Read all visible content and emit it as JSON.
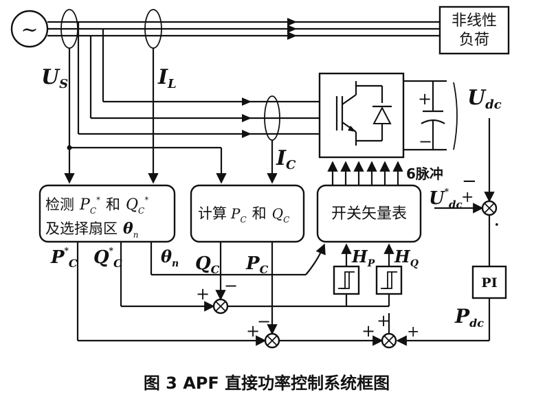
{
  "source": {
    "symbol": "~"
  },
  "load": {
    "line1": "非线性",
    "line2": "负荷"
  },
  "signals": {
    "us": "U",
    "us_sub": "S",
    "il": "I",
    "il_sub": "L",
    "ic": "I",
    "ic_sub": "C",
    "udc": "U",
    "udc_sub": "dc",
    "udc_ref": "U",
    "udc_ref_sub": "dc",
    "pc_ref": "P",
    "pc_ref_sub": "C",
    "qc_ref": "Q",
    "qc_ref_sub": "C",
    "theta_n": "θ",
    "theta_n_sub": "n",
    "qc": "Q",
    "qc_sub": "C",
    "pc": "P",
    "pc_sub": "C",
    "hp": "H",
    "hp_sub": "P",
    "hq": "H",
    "hq_sub": "Q",
    "pdc": "P",
    "pdc_sub": "dc",
    "star": "*"
  },
  "blocks": {
    "detect_line1": "检测",
    "detect_and": "和",
    "detect_line2": "及选择扇区",
    "detect_theta": "θ",
    "detect_theta_sub": "n",
    "calc_prefix": "计算",
    "calc_and": "和",
    "switch_table": "开关矢量表",
    "pi": "PI"
  },
  "labels": {
    "pulse": "6脉冲"
  },
  "signs": {
    "plus": "+",
    "minus": "−"
  },
  "caption": "图 3 APF 直接功率控制系统框图"
}
